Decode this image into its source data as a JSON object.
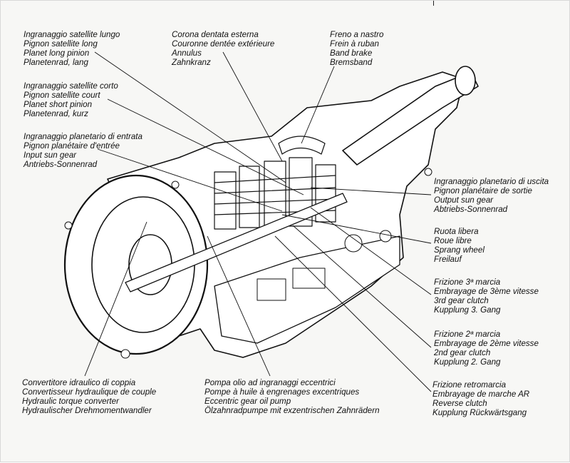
{
  "labels": {
    "planet_long": [
      "Ingranaggio satellite lungo",
      "Pignon satellite long",
      "Planet long pinion",
      "Planetenrad, lang"
    ],
    "annulus": [
      "Corona dentata esterna",
      "Couronne dentée extérieure",
      "Annulus",
      "Zahnkranz"
    ],
    "band_brake": [
      "Freno a nastro",
      "Frein à ruban",
      "Band brake",
      "Bremsband"
    ],
    "planet_short": [
      "Ingranaggio satellite corto",
      "Pignon satellite court",
      "Planet short pinion",
      "Planetenrad, kurz"
    ],
    "input_sun": [
      "Ingranaggio planetario di entrata",
      "Pignon planétaire d'entrée",
      "Input sun gear",
      "Antriebs-Sonnenrad"
    ],
    "output_sun": [
      "Ingranaggio planetario di uscita",
      "Pignon planétaire de sortie",
      "Output sun gear",
      "Abtriebs-Sonnenrad"
    ],
    "sprag": [
      "Ruota libera",
      "Roue libre",
      "Sprang wheel",
      "Freilauf"
    ],
    "third_clutch": [
      "Frizione 3ª marcia",
      "Embrayage de 3ème vitesse",
      "3rd gear clutch",
      "Kupplung 3. Gang"
    ],
    "second_clutch": [
      "Frizione 2ª marcia",
      "Embrayage de 2ème vitesse",
      "2nd gear clutch",
      "Kupplung 2. Gang"
    ],
    "reverse_clutch": [
      "Frizione retromarcia",
      "Embrayage de marche AR",
      "Reverse clutch",
      "Kupplung Rückwärtsgang"
    ],
    "converter": [
      "Convertitore idraulico di coppia",
      "Convertisseur hydraulique de couple",
      "Hydraulic torque converter",
      "Hydraulischer Drehmomentwandler"
    ],
    "oil_pump": [
      "Pompa olio ad ingranaggi eccentrici",
      "Pompe à huile à engrenages excentriques",
      "Eccentric gear oil pump",
      "Ölzahnradpumpe mit exzentrischen Zahnrädern"
    ]
  }
}
